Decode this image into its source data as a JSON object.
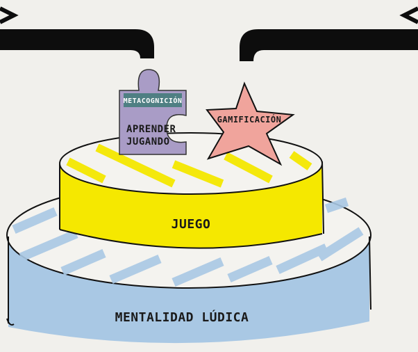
{
  "labels": {
    "metacognition": "METACOGNICIÓN",
    "learn_playing_line1": "APRENDER",
    "learn_playing_line2": "JUGANDO",
    "gamification": "GAMIFICACIÓN",
    "game": "JUEGO",
    "ludic_mindset": "MENTALIDAD LÚDICA"
  },
  "colors": {
    "background": "#f1f0ec",
    "bottom_tier": "#a9c8e4",
    "top_tier": "#f5e800",
    "puzzle": "#a99cc6",
    "puzzle_banner": "#4f7f83",
    "star": "#f0a49c",
    "outline": "#111111"
  },
  "icons": {
    "puzzle": "puzzle-piece-icon",
    "star": "star-icon",
    "left_bracket": "bracket-left-icon",
    "right_bracket": "bracket-right-icon"
  }
}
